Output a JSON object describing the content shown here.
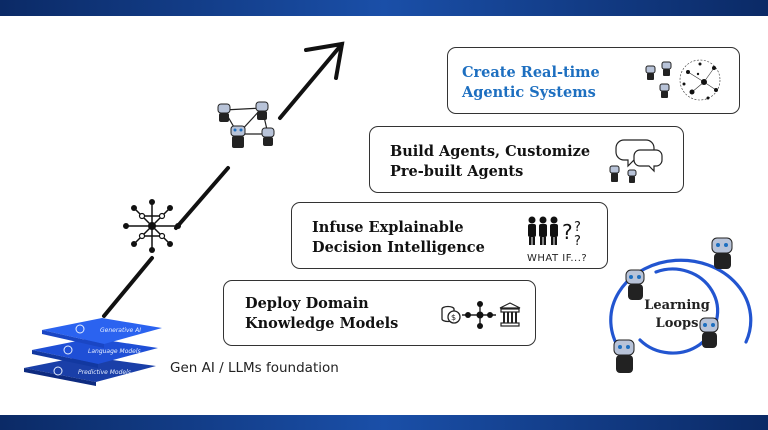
{
  "cards": [
    {
      "id": "realtime",
      "lines": [
        "Create Real-time",
        "Agentic Systems"
      ],
      "icon": "agent-network-icon",
      "color": "#1d6fc0"
    },
    {
      "id": "build",
      "lines": [
        "Build Agents, Customize",
        "Pre-built Agents"
      ],
      "icon": "agent-chat-icon"
    },
    {
      "id": "infuse",
      "lines": [
        "Infuse Explainable",
        "Decision Intelligence"
      ],
      "icon": "people-what-if-icon",
      "icon_text": "WHAT IF...?"
    },
    {
      "id": "deploy",
      "lines": [
        "Deploy Domain",
        "Knowledge Models"
      ],
      "icon": "knowledge-graph-icon"
    }
  ],
  "foundation": {
    "label": "Gen AI / LLMs foundation",
    "layers": [
      "Generative AI",
      "Language Models",
      "Predictive Models"
    ]
  },
  "learning_loops": {
    "lines": [
      "Learning",
      "Loops"
    ],
    "icon": "learning-loop-robots-icon"
  },
  "colors": {
    "band": "#0b2a66",
    "accent_blue": "#1d6fc0",
    "layer_blue": "#1f4fd6",
    "loop_blue": "#2255d0"
  }
}
